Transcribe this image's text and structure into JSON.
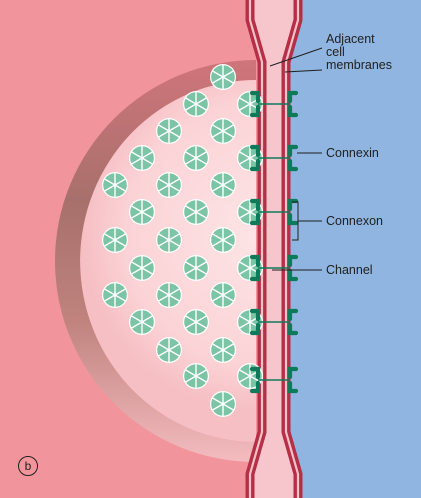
{
  "panel_letter": "b",
  "labels": {
    "membranes": [
      "Adjacent",
      "cell",
      "membranes"
    ],
    "connexin": "Connexin",
    "connexon": "Connexon",
    "channel": "Channel"
  },
  "colors": {
    "cell_left": "#f2949b",
    "cell_right": "#8fb5e0",
    "membrane": "#b52f47",
    "connexon_fill": "#7bc4a5",
    "connexon_dark": "#0f7a5a",
    "halo": "#fbd6d8",
    "shadow_dark": "#9a6a63"
  }
}
